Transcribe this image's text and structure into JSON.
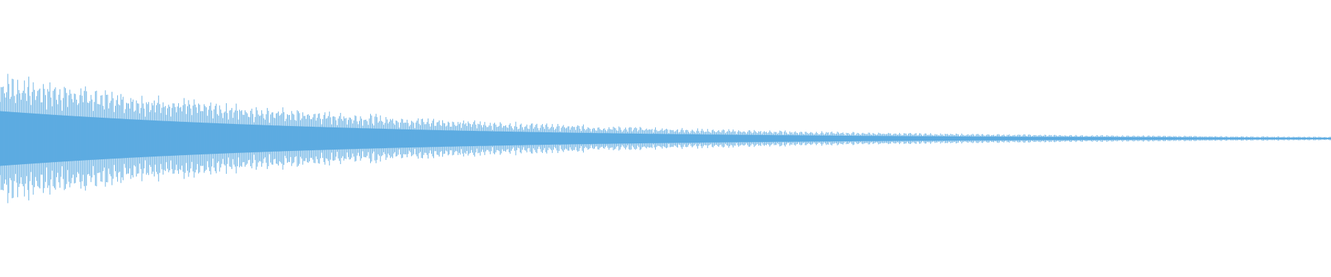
{
  "waveform": {
    "color": "#5dabe1",
    "background": "#ffffff",
    "envelope": {
      "start_amplitude": 0.44,
      "end_amplitude": 0.012,
      "decay": "exponential"
    }
  }
}
